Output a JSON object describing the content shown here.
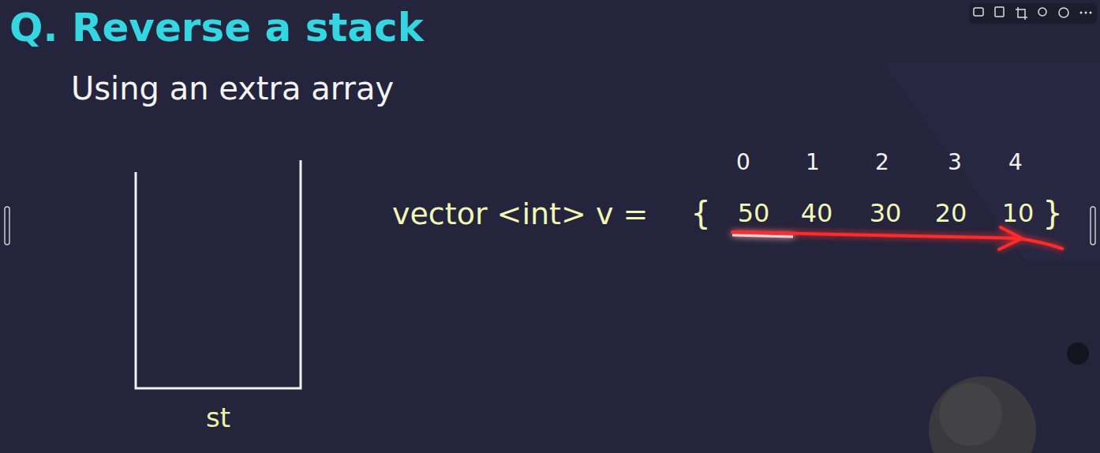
{
  "diagram": {
    "title": "Q. Reverse a stack",
    "nodes": [
      {
        "text": [
          "st"
        ]
      }
    ],
    "labels": [
      "Using an extra array",
      "vector <int> v =",
      "{",
      "50",
      "40",
      "30",
      "20",
      "10",
      "}",
      "0",
      "1",
      "2",
      "3",
      "4"
    ]
  }
}
